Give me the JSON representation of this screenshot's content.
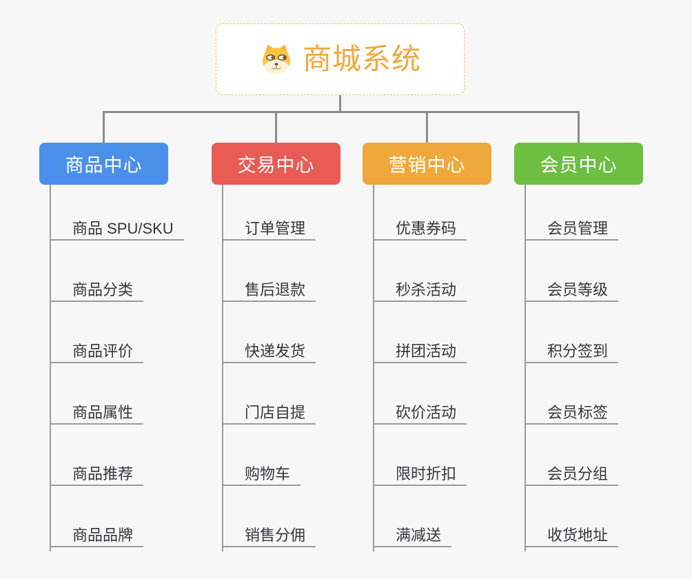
{
  "root": {
    "title": "商城系统",
    "icon": "dog-face-icon",
    "title_color": "#f2a83c",
    "border_color": "#eebf6e",
    "background": "#ffffff"
  },
  "canvas": {
    "background": "#f7f7f7",
    "connector_color": "#8c8c8c",
    "leaf_line_color": "#9a9a9a",
    "leaf_text_color": "#33363c"
  },
  "branches": [
    {
      "label": "商品中心",
      "color": "#4a90ea",
      "items": [
        "商品 SPU/SKU",
        "商品分类",
        "商品评价",
        "商品属性",
        "商品推荐",
        "商品品牌"
      ]
    },
    {
      "label": "交易中心",
      "color": "#e95b55",
      "items": [
        "订单管理",
        "售后退款",
        "快递发货",
        "门店自提",
        "购物车",
        "销售分佣"
      ]
    },
    {
      "label": "营销中心",
      "color": "#efa83b",
      "items": [
        "优惠券码",
        "秒杀活动",
        "拼团活动",
        "砍价活动",
        "限时折扣",
        "满减送"
      ]
    },
    {
      "label": "会员中心",
      "color": "#6ebe41",
      "items": [
        "会员管理",
        "会员等级",
        "积分签到",
        "会员标签",
        "会员分组",
        "收货地址"
      ]
    }
  ]
}
